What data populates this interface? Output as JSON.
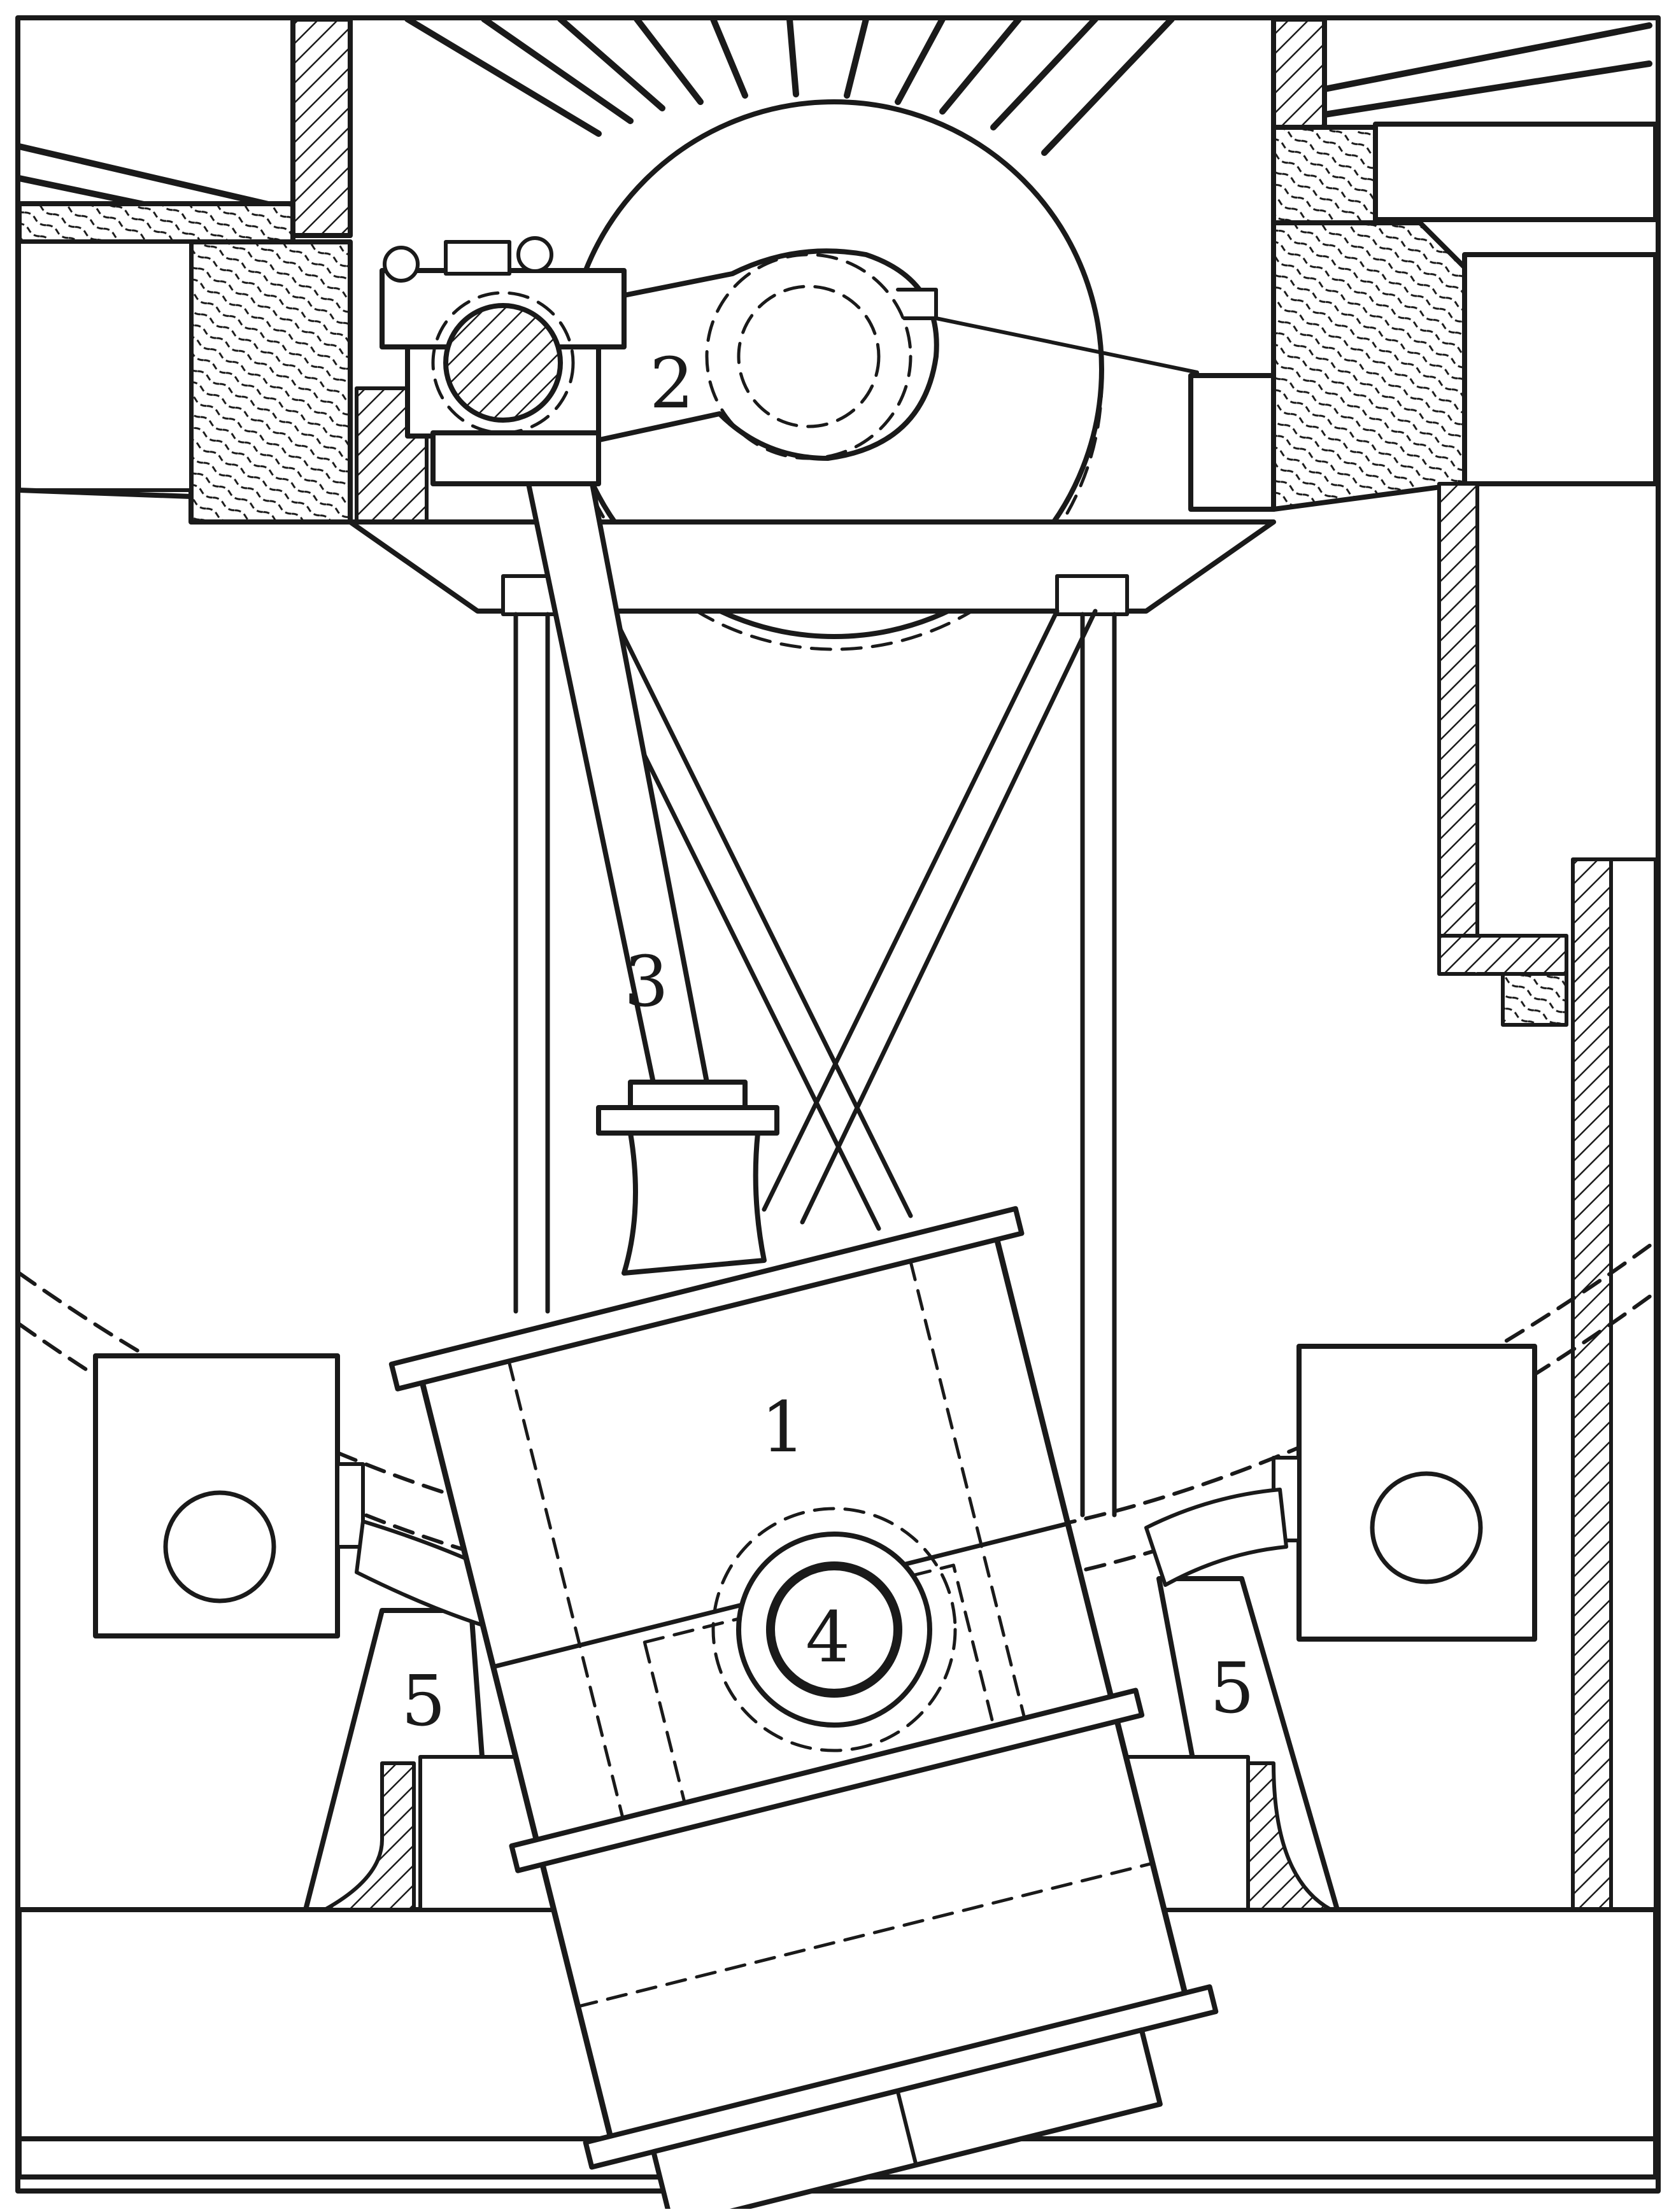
{
  "diagram": {
    "labels": {
      "part_1": "1",
      "part_2": "2",
      "part_3": "3",
      "part_4": "4",
      "part_5_left": "5",
      "part_5_right": "5"
    },
    "colors": {
      "ink": "#1a1a1a",
      "paper": "#ffffff"
    }
  }
}
